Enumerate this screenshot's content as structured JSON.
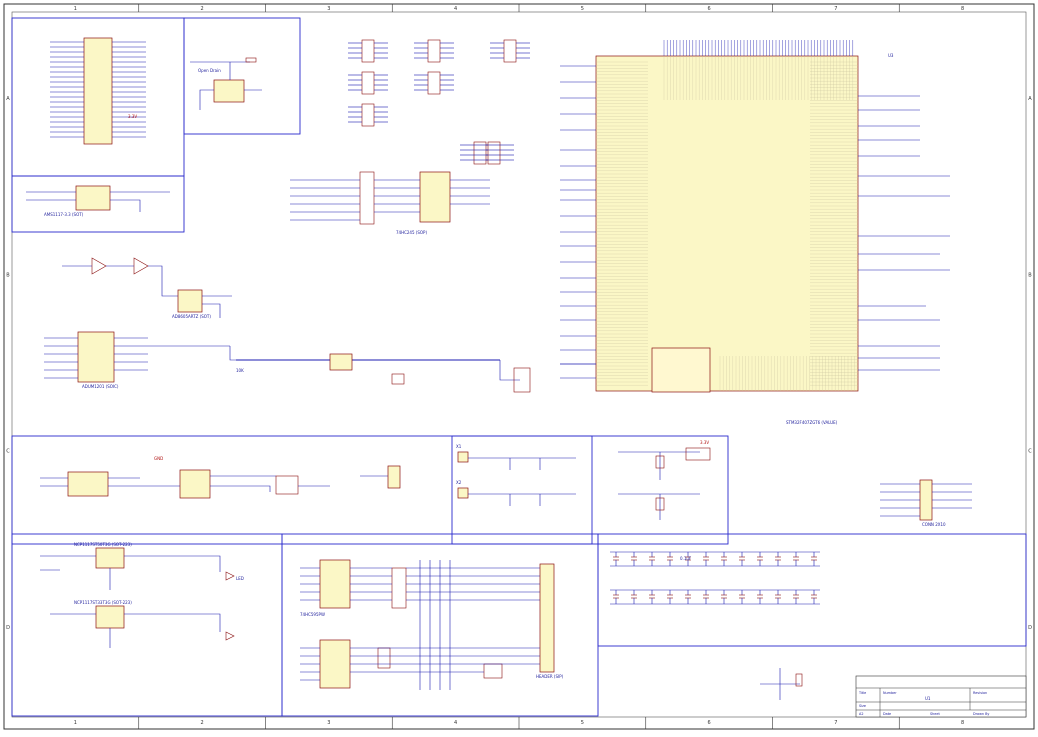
{
  "sheet": {
    "zones_top": [
      "1",
      "2",
      "3",
      "4",
      "5",
      "6",
      "7",
      "8"
    ],
    "zones_side": [
      "A",
      "B",
      "C",
      "D"
    ],
    "title_block": {
      "title_label": "Title",
      "title_value": "U1",
      "size_label": "Size",
      "size_value": "A2",
      "number_label": "Number",
      "revision_label": "Revision",
      "date_label": "Date",
      "sheet_label": "Sheet",
      "drawn_label": "Drawn By"
    }
  },
  "labels": {
    "mcu_part": "STM32F407ZGT6 (VALUE)",
    "mcu_designator": "U3",
    "shift_reg": "74HC595PW",
    "buffer": "74HC245 (SOP)",
    "ldo_1": "NCP1117ST50T3G (SOT-223)",
    "ldo_2": "NCP1117ST33T3G (SOT-223)",
    "opamp": "AD8605ARTZ (SOT)",
    "driver": "ADUM1201 (SOIC)",
    "regulator": "AMS1117-3.3 (SOT)",
    "oscillator": "Open Drain",
    "crystal_1": "X1",
    "crystal_2": "X2",
    "header": "HEADER (SIP)",
    "connector": "CONN 2X10",
    "vcc": "3.3V",
    "gnd": "GND",
    "cap_value": "0.1uF",
    "res_value": "10K",
    "led": "LED"
  }
}
